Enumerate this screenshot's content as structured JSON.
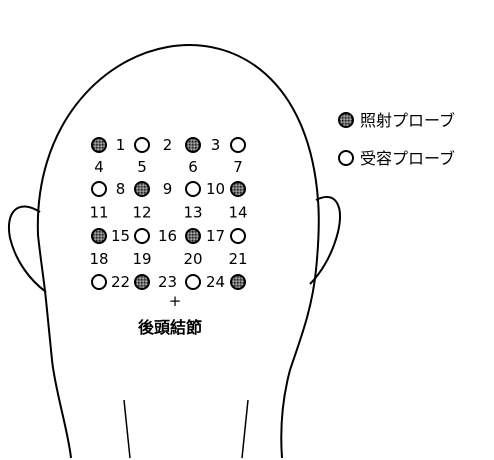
{
  "legend": {
    "emitter_label": "照射プローブ",
    "detector_label": "受容プローブ"
  },
  "landmark": {
    "symbol": "+",
    "label": "後頭結節"
  },
  "probes": [
    {
      "type": "emitter",
      "row": 0,
      "col": 0
    },
    {
      "type": "detector",
      "row": 0,
      "col": 1
    },
    {
      "type": "emitter",
      "row": 0,
      "col": 2
    },
    {
      "type": "detector",
      "row": 0,
      "col": 3
    },
    {
      "type": "detector",
      "row": 1,
      "col": 0
    },
    {
      "type": "emitter",
      "row": 1,
      "col": 1
    },
    {
      "type": "detector",
      "row": 1,
      "col": 2
    },
    {
      "type": "emitter",
      "row": 1,
      "col": 3
    },
    {
      "type": "emitter",
      "row": 2,
      "col": 0
    },
    {
      "type": "detector",
      "row": 2,
      "col": 1
    },
    {
      "type": "emitter",
      "row": 2,
      "col": 2
    },
    {
      "type": "detector",
      "row": 2,
      "col": 3
    },
    {
      "type": "detector",
      "row": 3,
      "col": 0
    },
    {
      "type": "emitter",
      "row": 3,
      "col": 1
    },
    {
      "type": "detector",
      "row": 3,
      "col": 2
    },
    {
      "type": "emitter",
      "row": 3,
      "col": 3
    }
  ],
  "horizontal_channels": [
    {
      "num": "1",
      "row": 0,
      "after_col": 0
    },
    {
      "num": "2",
      "row": 0,
      "after_col": 1
    },
    {
      "num": "3",
      "row": 0,
      "after_col": 2
    },
    {
      "num": "8",
      "row": 1,
      "after_col": 0
    },
    {
      "num": "9",
      "row": 1,
      "after_col": 1
    },
    {
      "num": "10",
      "row": 1,
      "after_col": 2
    },
    {
      "num": "15",
      "row": 2,
      "after_col": 0
    },
    {
      "num": "16",
      "row": 2,
      "after_col": 1
    },
    {
      "num": "17",
      "row": 2,
      "after_col": 2
    },
    {
      "num": "22",
      "row": 3,
      "after_col": 0
    },
    {
      "num": "23",
      "row": 3,
      "after_col": 1
    },
    {
      "num": "24",
      "row": 3,
      "after_col": 2
    }
  ],
  "vertical_channels": [
    {
      "num": "4",
      "after_row": 0,
      "col": 0
    },
    {
      "num": "5",
      "after_row": 0,
      "col": 1
    },
    {
      "num": "6",
      "after_row": 0,
      "col": 2
    },
    {
      "num": "7",
      "after_row": 0,
      "col": 3
    },
    {
      "num": "11",
      "after_row": 1,
      "col": 0
    },
    {
      "num": "12",
      "after_row": 1,
      "col": 1
    },
    {
      "num": "13",
      "after_row": 1,
      "col": 2
    },
    {
      "num": "14",
      "after_row": 1,
      "col": 3
    },
    {
      "num": "18",
      "after_row": 2,
      "col": 0
    },
    {
      "num": "19",
      "after_row": 2,
      "col": 1
    },
    {
      "num": "20",
      "after_row": 2,
      "col": 2
    },
    {
      "num": "21",
      "after_row": 2,
      "col": 3
    }
  ]
}
